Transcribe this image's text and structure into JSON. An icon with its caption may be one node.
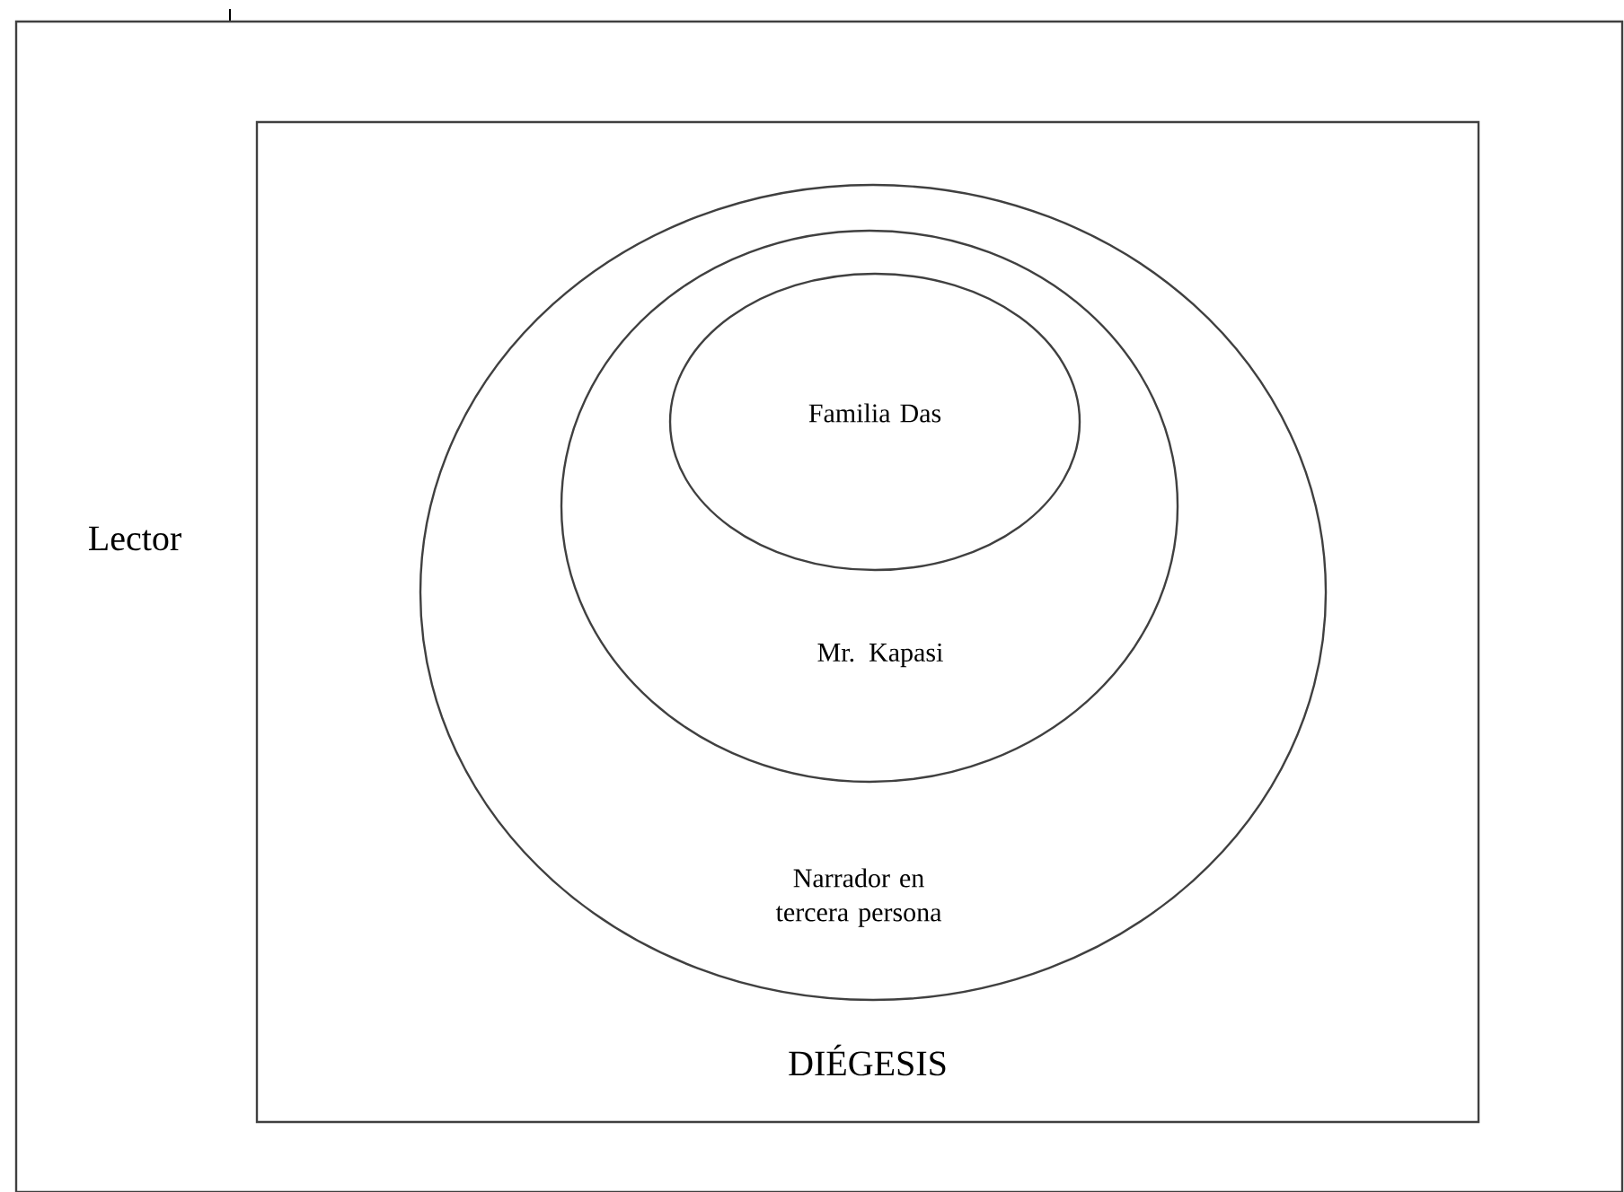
{
  "diagram": {
    "nodes": [
      {
        "text": [
          "Lector"
        ]
      },
      {
        "text": [
          "DIÉGESIS"
        ],
        "in": 0
      },
      {
        "text": [
          "Narrador en tercera persona"
        ],
        "in": 1
      },
      {
        "text": [
          "Mr. Kapasi"
        ],
        "in": 2
      },
      {
        "text": [
          "Familia Das"
        ],
        "in": 3
      }
    ]
  }
}
